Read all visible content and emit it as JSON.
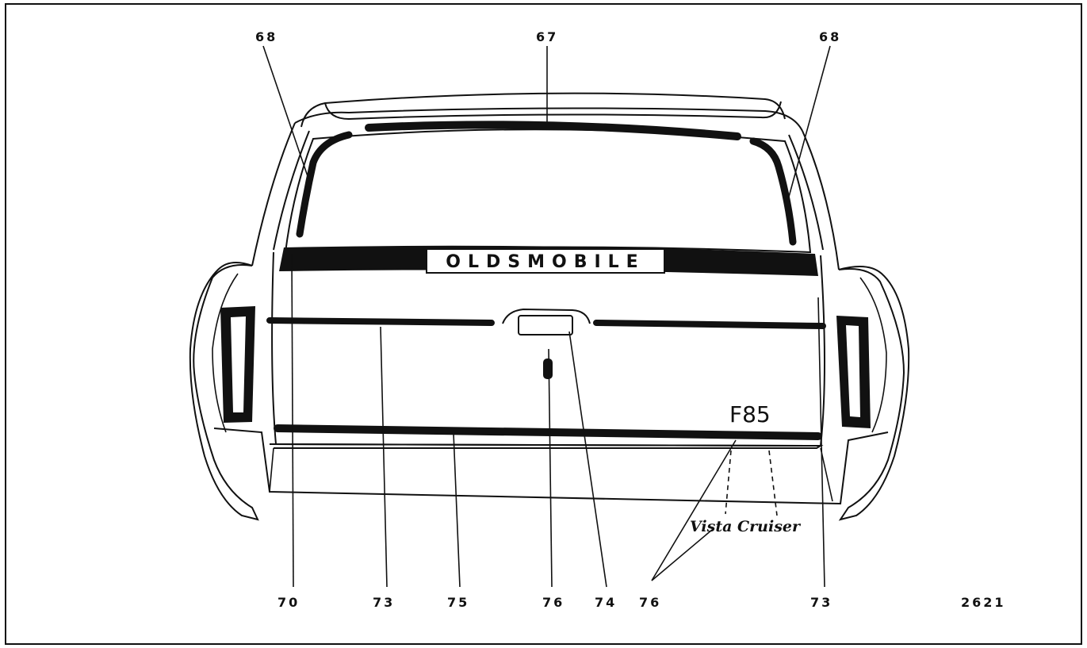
{
  "figure_number": "2621",
  "badge": {
    "text": "OLDSMOBILE"
  },
  "emblem": {
    "text": "F85"
  },
  "script_nameplate": {
    "text": "Vista Cruiser"
  },
  "callouts_top": [
    {
      "id": "top-left",
      "text": "68"
    },
    {
      "id": "top-center",
      "text": "67"
    },
    {
      "id": "top-right",
      "text": "68"
    }
  ],
  "callouts_bottom": [
    {
      "id": "b1",
      "text": "70"
    },
    {
      "id": "b2",
      "text": "73"
    },
    {
      "id": "b3",
      "text": "75"
    },
    {
      "id": "b4",
      "text": "76"
    },
    {
      "id": "b5",
      "text": "74"
    },
    {
      "id": "b6",
      "text": "76"
    },
    {
      "id": "b7",
      "text": "73"
    }
  ]
}
